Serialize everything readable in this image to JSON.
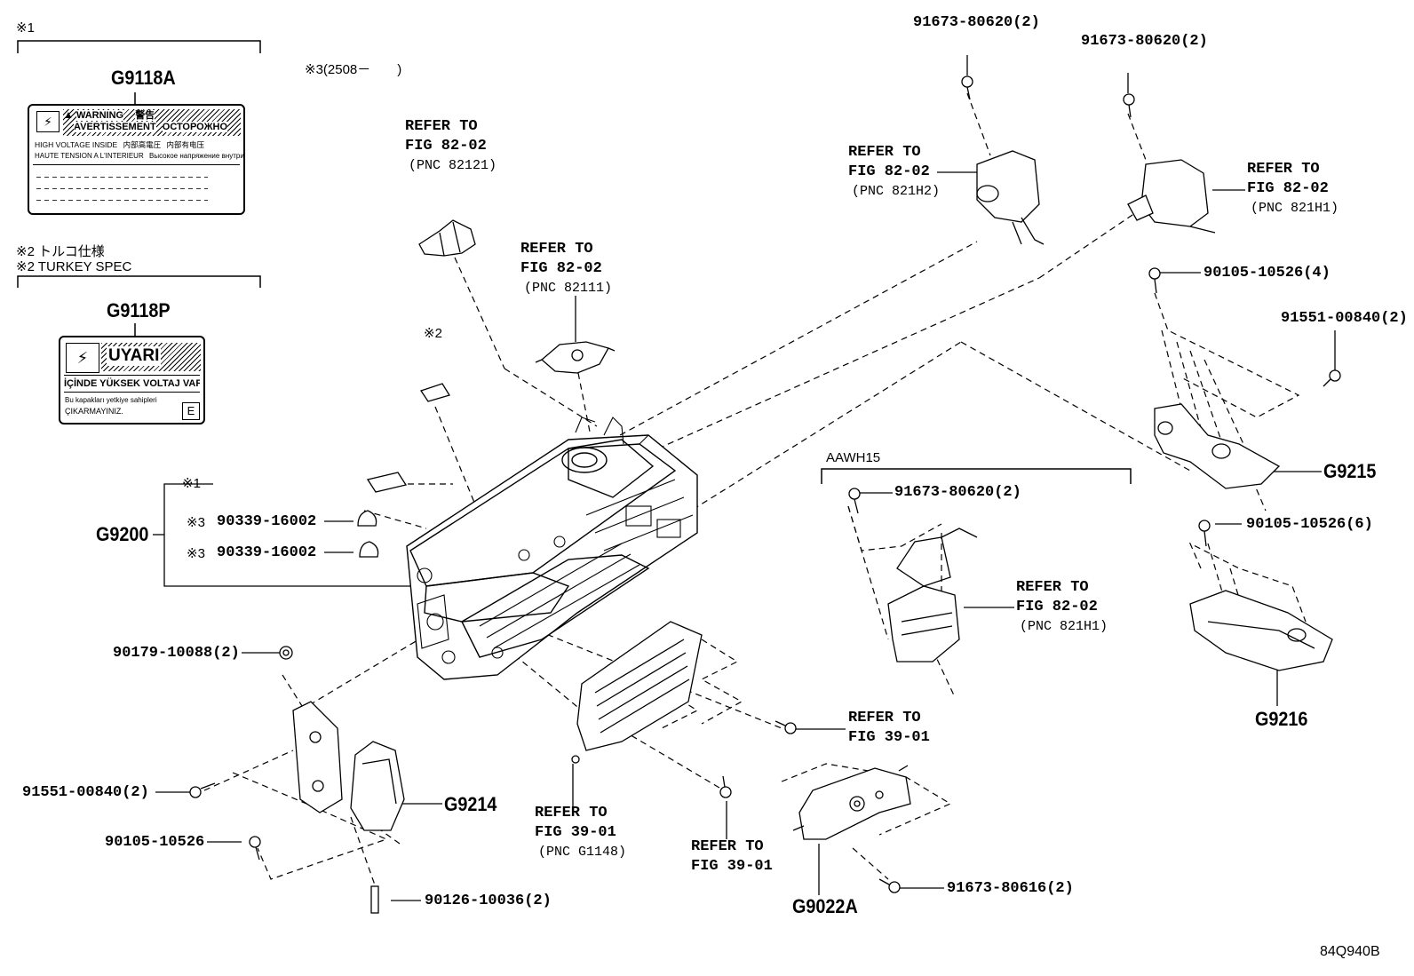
{
  "notes": {
    "note1": "※1",
    "note3_range": "※3(2508－　　)",
    "note2_jp": "※2 トルコ仕様",
    "note2_en": "※2 TURKEY SPEC",
    "note2_marker": "※2",
    "aawh15": "AAWH15",
    "diagram_code": "84Q940B"
  },
  "label_g9118a": {
    "id": "G9118A",
    "warning": "WARNING",
    "avertissement": "AVERTISSEMENT",
    "jp_warning": "警告",
    "ru_warning": "ОСТОРОЖНО",
    "line1": "HIGH VOLTAGE INSIDE",
    "line1_jp": "内部高電圧",
    "line1_jp2": "内部有电压",
    "line2": "HAUTE TENSION A L'INTERIEUR",
    "line2_ru": "Высокое напряжение внутри"
  },
  "label_g9118p": {
    "id": "G9118P",
    "uyari": "UYARI",
    "line1": "İÇİNDE YÜKSEK VOLTAJ VAR",
    "line2": "Bu kapakları yetkiye sahipleri",
    "line3": "ÇIKARMAYINIZ.",
    "letter": "E"
  },
  "parts": {
    "g9200": "G9200",
    "g9214": "G9214",
    "g9215": "G9215",
    "g9216": "G9216",
    "g9022a": "G9022A",
    "p1": "91673-80620(2)",
    "p2": "91673-80620(2)",
    "p3": "90105-10526(4)",
    "p4": "91551-00840(2)",
    "p5": "91673-80620(2)",
    "p6": "90105-10526(6)",
    "p7": "90339-16002",
    "p8": "90339-16002",
    "p7_note": "※3",
    "p8_note": "※3",
    "p9_note": "※1",
    "p10": "90179-10088(2)",
    "p11": "91551-00840(2)",
    "p12": "90105-10526",
    "p13": "90126-10036(2)",
    "p14": "91673-80616(2)"
  },
  "refs": {
    "r1": {
      "l1": "REFER TO",
      "l2": "FIG 82-02",
      "l3": "(PNC 82121)"
    },
    "r2": {
      "l1": "REFER TO",
      "l2": "FIG 82-02",
      "l3": "(PNC 82111)"
    },
    "r3": {
      "l1": "REFER TO",
      "l2": "FIG 82-02",
      "l3": "(PNC 821H2)"
    },
    "r4": {
      "l1": "REFER TO",
      "l2": "FIG 82-02",
      "l3": "(PNC 821H1)"
    },
    "r5": {
      "l1": "REFER TO",
      "l2": "FIG 82-02",
      "l3": "(PNC 821H1)"
    },
    "r6": {
      "l1": "REFER TO",
      "l2": "FIG 39-01"
    },
    "r7": {
      "l1": "REFER TO",
      "l2": "FIG 39-01",
      "l3": "(PNC G1148)"
    },
    "r8": {
      "l1": "REFER TO",
      "l2": "FIG 39-01"
    }
  }
}
